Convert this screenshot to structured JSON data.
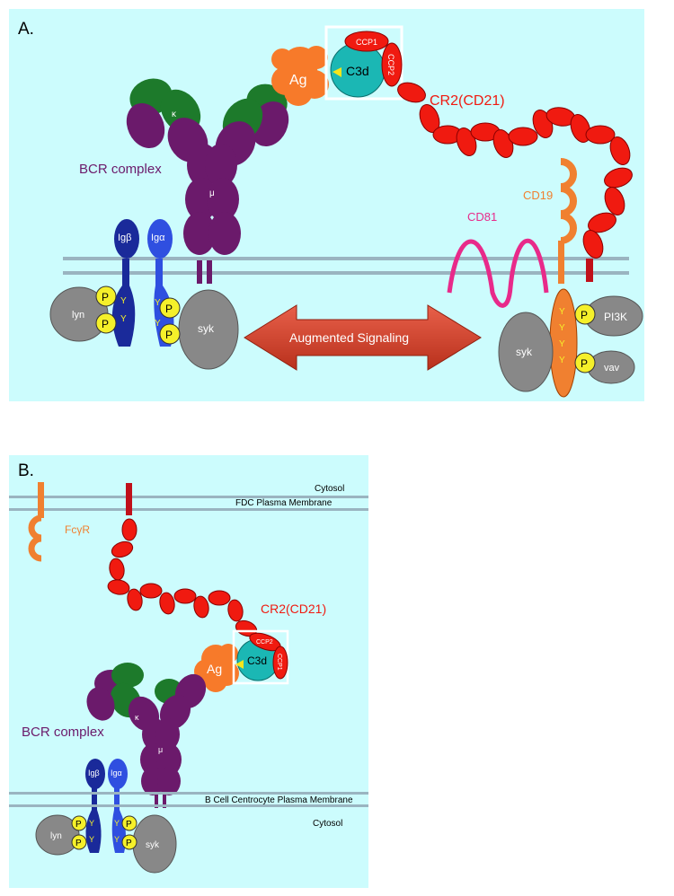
{
  "panel_a": {
    "label": "A.",
    "bcr_complex": "BCR complex",
    "kappa": "κ",
    "mu": "μ",
    "ig_beta": "Igβ",
    "ig_alpha": "Igα",
    "ag": "Ag",
    "c3d": "C3d",
    "ccp1": "CCP1",
    "ccp2": "CCP2",
    "cr2": "CR2(CD21)",
    "cd19": "CD19",
    "cd81": "CD81",
    "lyn": "lyn",
    "syk_left": "syk",
    "syk_right": "syk",
    "pi3k": "PI3K",
    "vav": "vav",
    "p": "P",
    "y": "Y",
    "arrow": "Augmented Signaling"
  },
  "panel_b": {
    "label": "B.",
    "cytosol_top": "Cytosol",
    "fdc_membrane": "FDC Plasma Membrane",
    "fcgr": "FcγR",
    "cr2": "CR2(CD21)",
    "ag": "Ag",
    "c3d": "C3d",
    "ccp1": "CCP1",
    "ccp2": "CCP2",
    "kappa": "κ",
    "mu": "μ",
    "bcr_complex": "BCR complex",
    "ig_beta": "Igβ",
    "ig_alpha": "Igα",
    "b_membrane": "B Cell Centrocyte Plasma Membrane",
    "cytosol_bottom": "Cytosol",
    "lyn": "lyn",
    "syk": "syk",
    "p": "P",
    "y": "Y"
  },
  "colors": {
    "background": "#ccfcfd",
    "igm": "#6b1a6b",
    "igm_light": "#1d7a2b",
    "ig_beta": "#1a2a9a",
    "ig_alpha": "#2f4fe0",
    "cr2": "#f01a10",
    "ag": "#f77a2a",
    "c3d": "#1bb7b4",
    "cd19": "#f08030",
    "cd81": "#e82a8a",
    "kinase": "#888888",
    "phospho": "#f5f02a",
    "arrow": "#d94a30"
  }
}
